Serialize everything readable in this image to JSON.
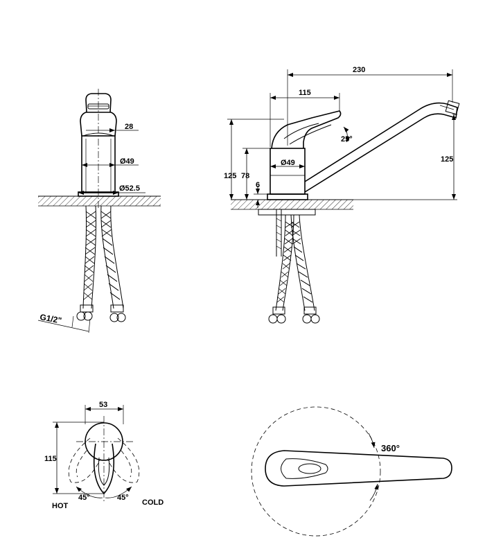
{
  "front_view": {
    "dim_handle_width": "28",
    "dim_body_diameter": "Ø49",
    "dim_base_diameter": "Ø52.5",
    "thread_label": "G1/2\""
  },
  "side_view": {
    "dim_spout_reach": "230",
    "dim_handle_reach": "115",
    "dim_handle_angle": "25°",
    "dim_total_height_left": "125",
    "dim_body_height": "78",
    "dim_body_diameter": "Ø49",
    "dim_base_height": "6",
    "dim_total_height_right": "125"
  },
  "top_view_handle": {
    "dim_width": "53",
    "dim_height": "115",
    "angle_left": "45°",
    "angle_right": "45°",
    "label_hot": "HOT",
    "label_cold": "COLD"
  },
  "top_view_spout": {
    "rotation_label": "360°"
  }
}
